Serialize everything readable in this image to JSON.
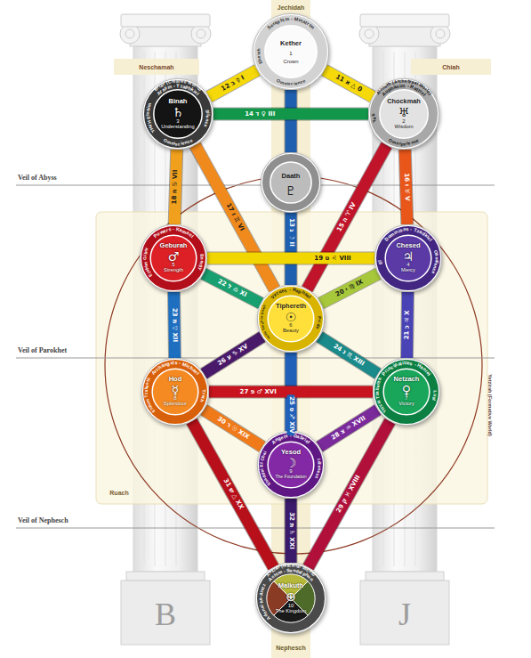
{
  "diagram": {
    "nodes": [
      {
        "text": [
          "Seraphim - Metatron",
          "Eheieh",
          "Kether",
          "1",
          "Crown",
          "Omniscience"
        ]
      },
      {
        "text": [
          "Briah (Creative World)",
          "Aralim - Tzaphkiel",
          "YHVH Elohim",
          "Silence",
          "Binah",
          "♄",
          "3",
          "Understanding",
          "Omniscience"
        ]
      },
      {
        "text": [
          "Atziluth (Archetypal World)",
          "Auphanim - Ratziel",
          "Yah",
          "Chockmah",
          "♅",
          "2",
          "Wisdom",
          "Omnipotence"
        ]
      },
      {
        "text": [
          "Daath",
          "♇"
        ]
      },
      {
        "text": [
          "Powers - Kamael",
          "Elohim Gibor",
          "Energy",
          "Geburah",
          "♂",
          "5",
          "Strength"
        ]
      },
      {
        "text": [
          "Dominions - Tzadkiel",
          "El",
          "Obedience",
          "Chesed",
          "♃",
          "4",
          "Mercy"
        ]
      },
      {
        "text": [
          "Virtues - Raphael",
          "YHVH Eloah va-Daath",
          "Pride",
          "Tiphereth",
          "☉",
          "6",
          "Beauty"
        ]
      },
      {
        "text": [
          "Archangels - Michael",
          "Elohim Tzabaoth",
          "Truth",
          "Hod",
          "☿",
          "8",
          "Splendour"
        ]
      },
      {
        "text": [
          "Principalities - Haniel",
          "YHVH Tzabaoth",
          "Lust",
          "Netzach",
          "♀",
          "7",
          "Victory"
        ]
      },
      {
        "text": [
          "Angels - Gabriel",
          "Shaddai El Chai",
          "Idleness",
          "Yesod",
          "☽",
          "9",
          "The Foundation"
        ]
      },
      {
        "text": [
          "Assiah (Material World)",
          "Ashim - Sandalphon",
          "Adonai ha-Aretz",
          "Malkuth",
          "⊕",
          "10",
          "The Kingdom"
        ]
      }
    ],
    "edges": [
      {
        "from": 0,
        "to": 2,
        "arrow": "none",
        "label": "11 א △ 0"
      },
      {
        "from": 0,
        "to": 1,
        "arrow": "none",
        "label": "12 ב ☿ I"
      },
      {
        "from": 0,
        "to": 6,
        "arrow": "none",
        "label": "13 ג ☽ II"
      },
      {
        "from": 1,
        "to": 2,
        "arrow": "none",
        "label": "14 ד ♀ III"
      },
      {
        "from": 2,
        "to": 6,
        "arrow": "none",
        "label": "15 ה ♈ IV"
      },
      {
        "from": 2,
        "to": 5,
        "arrow": "none",
        "label": "16 ו ♉ V"
      },
      {
        "from": 1,
        "to": 6,
        "arrow": "none",
        "label": "17 ז ♊ VI"
      },
      {
        "from": 1,
        "to": 4,
        "arrow": "none",
        "label": "18 ח ♋ VII"
      },
      {
        "from": 4,
        "to": 5,
        "arrow": "none",
        "label": "19 ט ♌ VIII"
      },
      {
        "from": 5,
        "to": 6,
        "arrow": "none",
        "label": "20 י ♍ IX"
      },
      {
        "from": 5,
        "to": 8,
        "arrow": "none",
        "label": "21 כ ♃ X"
      },
      {
        "from": 4,
        "to": 6,
        "arrow": "none",
        "label": "22 ל ♎ XI"
      },
      {
        "from": 4,
        "to": 7,
        "arrow": "none",
        "label": "23 מ ▽ XII"
      },
      {
        "from": 6,
        "to": 8,
        "arrow": "none",
        "label": "24 נ ♏ XIII"
      },
      {
        "from": 6,
        "to": 9,
        "arrow": "none",
        "label": "25 ס ♐ XIV"
      },
      {
        "from": 6,
        "to": 7,
        "arrow": "none",
        "label": "26 ע ♑ XV"
      },
      {
        "from": 7,
        "to": 8,
        "arrow": "none",
        "label": "27 פ ♂ XVI"
      },
      {
        "from": 8,
        "to": 9,
        "arrow": "none",
        "label": "28 צ ♒ XVII"
      },
      {
        "from": 8,
        "to": 10,
        "arrow": "none",
        "label": "29 ק ♓ XVIII"
      },
      {
        "from": 7,
        "to": 9,
        "arrow": "none",
        "label": "30 ר ☉ XIX"
      },
      {
        "from": 7,
        "to": 10,
        "arrow": "none",
        "label": "31 ש △ XX"
      },
      {
        "from": 9,
        "to": 10,
        "arrow": "none",
        "label": "32 ת ♄ XXI"
      }
    ],
    "labels": [
      "Jechidah",
      "Neschamah",
      "Chiah",
      "Veil of Abyss",
      "Veil of Parokhet",
      "Ruach",
      "Yetzirah (Formative World)",
      "Veil of Nephesch",
      "Nephesch",
      "B",
      "J"
    ]
  }
}
